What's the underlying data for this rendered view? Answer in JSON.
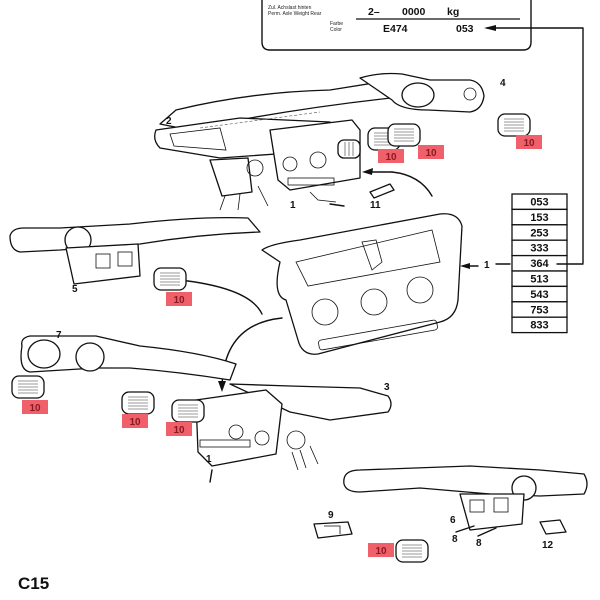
{
  "figure": {
    "id": "C15"
  },
  "id_plate": {
    "axle_label_de": "Zul. Achslast hinten",
    "axle_label_en": "Perm. Axle Weight Rear",
    "axle_prefix": "2–",
    "axle_value": "0000",
    "axle_unit": "kg",
    "color_label_de": "Farbe",
    "color_label_en": "Color",
    "color_code": "E474",
    "color_number": "053"
  },
  "color_codes": [
    "053",
    "153",
    "253",
    "333",
    "364",
    "513",
    "543",
    "753",
    "833"
  ],
  "callouts": {
    "p1": "1",
    "p2": "2",
    "p3": "3",
    "p4": "4",
    "p5": "5",
    "p6": "6",
    "p7": "7",
    "p8": "8",
    "p9": "9",
    "p10": "10",
    "p11": "11",
    "p12": "12"
  },
  "highlight_color": "#f0606a"
}
